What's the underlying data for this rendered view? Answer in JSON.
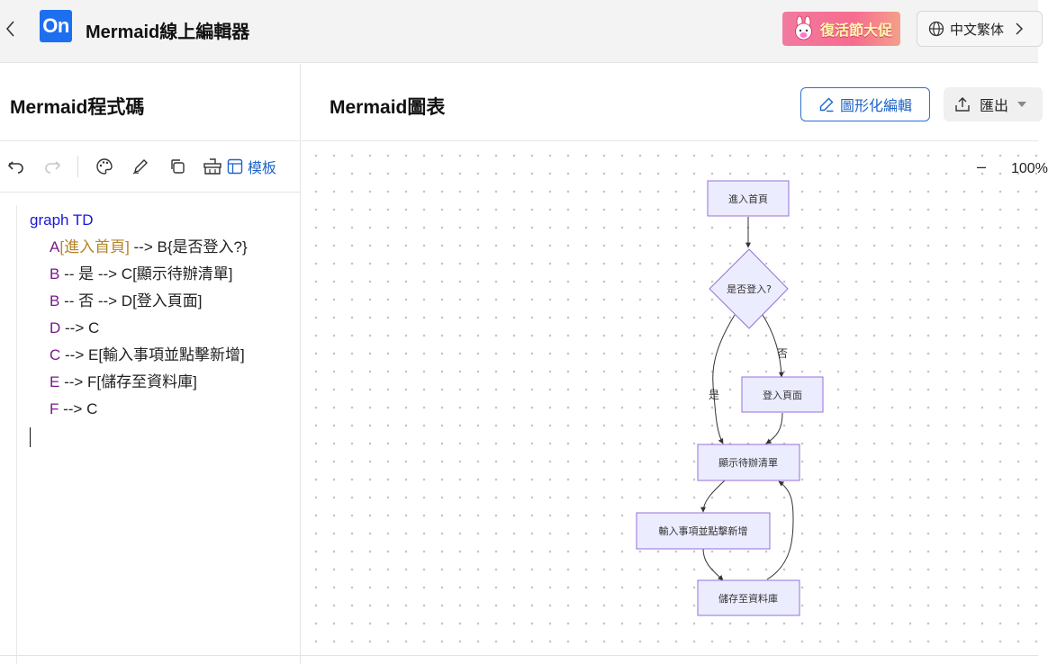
{
  "app": {
    "logo_text": "On",
    "title": "Mermaid線上編輯器"
  },
  "promo": {
    "label": "復活節大促"
  },
  "language": {
    "label": "中文繁体"
  },
  "left_panel": {
    "title": "Mermaid程式碼",
    "toolbar": {
      "template_label": "模板"
    },
    "code_lines": [
      [
        {
          "t": "graph TD",
          "c": "kw"
        }
      ],
      [
        {
          "t": "A",
          "c": "id"
        },
        {
          "t": "[進入首頁]",
          "c": "lbl"
        },
        {
          "t": " --> B{是否登入?}",
          "c": "pl"
        }
      ],
      [
        {
          "t": "B",
          "c": "id"
        },
        {
          "t": " -- 是 --> C[顯示待辦清單]",
          "c": "pl"
        }
      ],
      [
        {
          "t": "B",
          "c": "id"
        },
        {
          "t": " -- 否 --> D[登入頁面]",
          "c": "pl"
        }
      ],
      [
        {
          "t": "D",
          "c": "id"
        },
        {
          "t": " --> C",
          "c": "pl"
        }
      ],
      [
        {
          "t": "C",
          "c": "id"
        },
        {
          "t": " --> E[輸入事項並點擊新增]",
          "c": "pl"
        }
      ],
      [
        {
          "t": "E",
          "c": "id"
        },
        {
          "t": " --> F[儲存至資料庫]",
          "c": "pl"
        }
      ],
      [
        {
          "t": "F",
          "c": "id"
        },
        {
          "t": " --> C",
          "c": "pl"
        }
      ]
    ]
  },
  "right_panel": {
    "title": "Mermaid圖表",
    "graphic_edit_label": "圖形化編輯",
    "export_label": "匯出",
    "zoom_minus": "–",
    "zoom_level": "100%"
  },
  "diagram": {
    "nodes": {
      "A": "進入首頁",
      "B": "是否登入?",
      "C": "顯示待辦清單",
      "D": "登入頁面",
      "E": "輸入事項並點擊新增",
      "F": "儲存至資料庫"
    },
    "edge_labels": {
      "yes": "是",
      "no": "否"
    },
    "colors": {
      "node_fill": "#ececff",
      "node_stroke": "#9370db",
      "edge": "#333333"
    }
  },
  "colors": {
    "accent": "#1f64c8",
    "logo_bg": "#1e6ff0",
    "code_keyword": "#1818d8",
    "code_id": "#7a1a8a",
    "code_label": "#b5852a"
  }
}
